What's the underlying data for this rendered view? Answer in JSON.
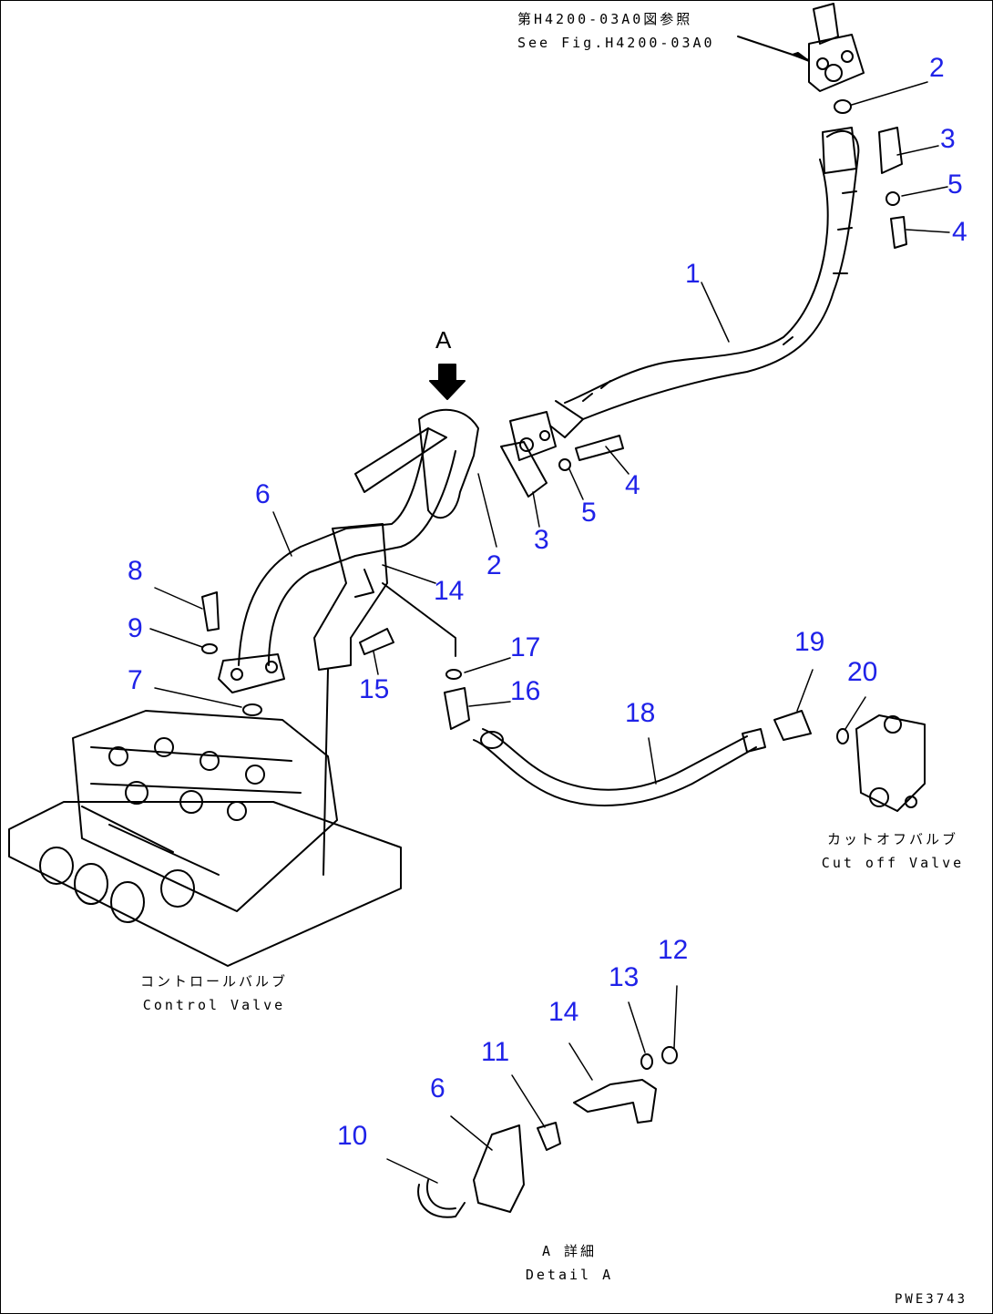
{
  "notes": {
    "ref_jp": "第H4200-03A0図参照",
    "ref_en": "See Fig.H4200-03A0",
    "cutoff_jp": "カットオフバルブ",
    "cutoff_en": "Cut off Valve",
    "control_jp": "コントロールバルブ",
    "control_en": "Control Valve",
    "detail_jp": "A 詳細",
    "detail_en": "Detail A",
    "arrow_label": "A",
    "page_code": "PWE3743"
  },
  "callouts": [
    {
      "id": "c2a",
      "text": "2"
    },
    {
      "id": "c3a",
      "text": "3"
    },
    {
      "id": "c5a",
      "text": "5"
    },
    {
      "id": "c4a",
      "text": "4"
    },
    {
      "id": "c1",
      "text": "1"
    },
    {
      "id": "c4b",
      "text": "4"
    },
    {
      "id": "c5b",
      "text": "5"
    },
    {
      "id": "c3b",
      "text": "3"
    },
    {
      "id": "c2b",
      "text": "2"
    },
    {
      "id": "c6a",
      "text": "6"
    },
    {
      "id": "c14a",
      "text": "14"
    },
    {
      "id": "c8",
      "text": "8"
    },
    {
      "id": "c9",
      "text": "9"
    },
    {
      "id": "c7",
      "text": "7"
    },
    {
      "id": "c15",
      "text": "15"
    },
    {
      "id": "c17",
      "text": "17"
    },
    {
      "id": "c16",
      "text": "16"
    },
    {
      "id": "c18",
      "text": "18"
    },
    {
      "id": "c19",
      "text": "19"
    },
    {
      "id": "c20",
      "text": "20"
    },
    {
      "id": "c12",
      "text": "12"
    },
    {
      "id": "c13",
      "text": "13"
    },
    {
      "id": "c14b",
      "text": "14"
    },
    {
      "id": "c11",
      "text": "11"
    },
    {
      "id": "c6b",
      "text": "6"
    },
    {
      "id": "c10",
      "text": "10"
    }
  ],
  "colors": {
    "callout": "#1f22e8",
    "line": "#000000"
  }
}
